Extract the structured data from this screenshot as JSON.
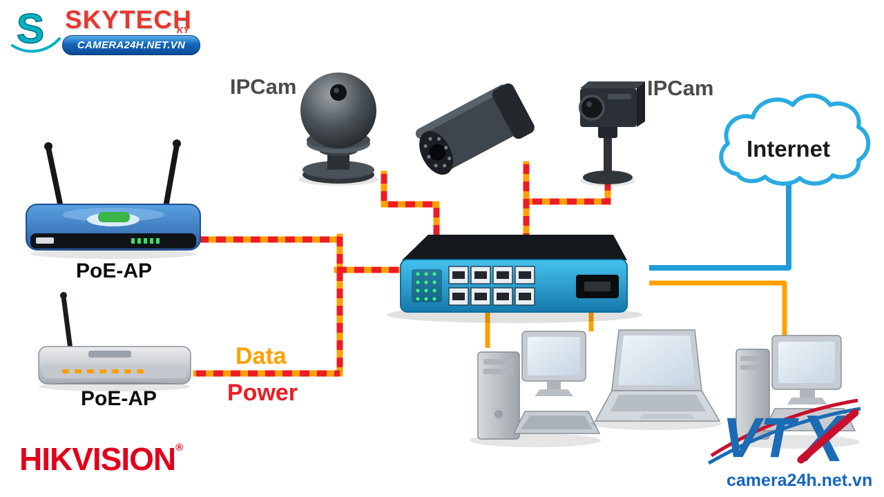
{
  "branding": {
    "skytech_s": "S",
    "skytech_name": "SKYTECH",
    "skytech_sub": "KY",
    "skytech_banner": "CAMERA24H.NET.VN",
    "hikvision": "HIKVISION",
    "hikvision_reg": "®",
    "vtx_vt": "VT",
    "vtx_x": "X",
    "footer_site": "camera24h.net.vn"
  },
  "labels": {
    "ipcam_left": "IPCam",
    "ipcam_right": "IPCam",
    "internet": "Internet",
    "poe_ap_top": "PoE-AP",
    "poe_ap_bottom": "PoE-AP",
    "data": "Data",
    "power": "Power"
  },
  "legend": {
    "data_color": "#FFA000",
    "power_color": "#EC1C24",
    "internet_color": "#1E9CD7"
  }
}
